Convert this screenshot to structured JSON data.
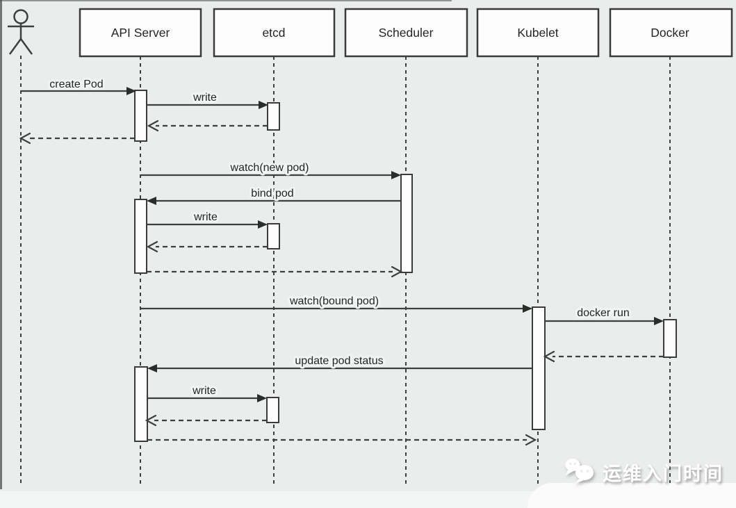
{
  "diagram": {
    "type": "sequence",
    "colors": {
      "background": "#ebedec",
      "line": "#3c3f3d",
      "box_fill": "#fcfdfc",
      "text": "#242624",
      "watermark_text": "#ffffff"
    },
    "actor": {
      "role": "user",
      "label": ""
    },
    "participants": [
      {
        "label": "API Server"
      },
      {
        "label": "etcd"
      },
      {
        "label": "Scheduler"
      },
      {
        "label": "Kubelet"
      },
      {
        "label": "Docker"
      }
    ],
    "messages": [
      {
        "label": "create Pod",
        "from": "Actor",
        "to": "API Server",
        "kind": "call"
      },
      {
        "label": "write",
        "from": "API Server",
        "to": "etcd",
        "kind": "call"
      },
      {
        "label": "",
        "from": "etcd",
        "to": "API Server",
        "kind": "return"
      },
      {
        "label": "",
        "from": "API Server",
        "to": "Actor",
        "kind": "return"
      },
      {
        "label": "watch(new pod)",
        "from": "API Server",
        "to": "Scheduler",
        "kind": "call"
      },
      {
        "label": "bind pod",
        "from": "Scheduler",
        "to": "API Server",
        "kind": "call"
      },
      {
        "label": "write",
        "from": "API Server",
        "to": "etcd",
        "kind": "call"
      },
      {
        "label": "",
        "from": "etcd",
        "to": "API Server",
        "kind": "return"
      },
      {
        "label": "",
        "from": "API Server",
        "to": "Scheduler",
        "kind": "return"
      },
      {
        "label": "watch(bound pod)",
        "from": "API Server",
        "to": "Kubelet",
        "kind": "call"
      },
      {
        "label": "docker run",
        "from": "Kubelet",
        "to": "Docker",
        "kind": "call"
      },
      {
        "label": "",
        "from": "Docker",
        "to": "Kubelet",
        "kind": "return"
      },
      {
        "label": "update pod status",
        "from": "Kubelet",
        "to": "API Server",
        "kind": "call"
      },
      {
        "label": "write",
        "from": "API Server",
        "to": "etcd",
        "kind": "call"
      },
      {
        "label": "",
        "from": "etcd",
        "to": "API Server",
        "kind": "return"
      },
      {
        "label": "",
        "from": "API Server",
        "to": "Kubelet",
        "kind": "return"
      }
    ]
  },
  "watermark": {
    "text": "运维入门时间",
    "icon": "wechat-icon"
  }
}
